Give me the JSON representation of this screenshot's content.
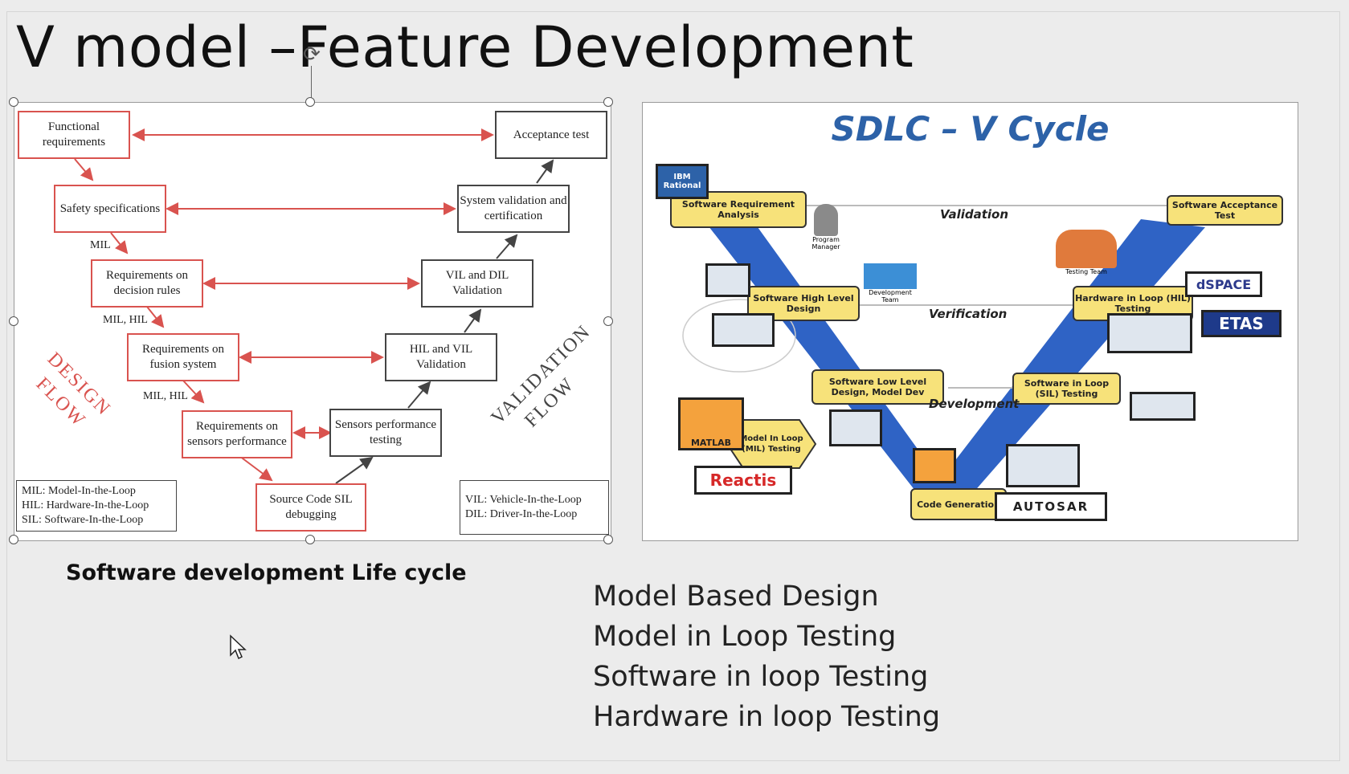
{
  "slide": {
    "title": "V model –Feature Development",
    "caption": "Software development Life cycle",
    "bullets": [
      "Model Based Design",
      "Model in Loop Testing",
      "Software in loop Testing",
      "Hardware in loop Testing"
    ]
  },
  "left_diagram": {
    "design_boxes": [
      "Functional requirements",
      "Safety specifications",
      "Requirements on decision rules",
      "Requirements on fusion system",
      "Requirements on sensors performance"
    ],
    "validation_boxes": [
      "Acceptance test",
      "System validation and certification",
      "VIL and DIL Validation",
      "HIL and VIL Validation",
      "Sensors performance testing"
    ],
    "bottom_box": "Source Code SIL debugging",
    "step_labels": [
      "MIL",
      "MIL, HIL",
      "MIL, HIL"
    ],
    "design_flow": "DESIGN FLOW",
    "validation_flow": "VALIDATION FLOW",
    "legend_left": [
      "MIL: Model-In-the-Loop",
      "HIL: Hardware-In-the-Loop",
      "SIL: Software-In-the-Loop"
    ],
    "legend_right": [
      "VIL: Vehicle-In-the-Loop",
      "DIL: Driver-In-the-Loop"
    ]
  },
  "right_diagram": {
    "title": "SDLC – V Cycle",
    "left_boxes": [
      "Software Requirement Analysis",
      "Software High Level Design",
      "Software Low Level Design, Model Dev"
    ],
    "right_boxes": [
      "Software Acceptance Test",
      "Hardware in Loop (HIL) Testing",
      "Software in Loop (SIL) Testing"
    ],
    "bottom_box": "Code Generation",
    "mil_box": "Model In Loop (MIL) Testing",
    "phases": [
      "Validation",
      "Verification",
      "Development"
    ],
    "tools": [
      "IBM Rational",
      "dSPACE",
      "ETAS",
      "MATLAB",
      "Reactis",
      "AUTOSAR"
    ],
    "people": [
      "Program Manager",
      "Development Team",
      "Testing Team"
    ]
  },
  "colors": {
    "red_box": "#d9534f",
    "sdlc_blue": "#2d62a8",
    "v_blue": "#2f63c5",
    "yellow": "#f7e27a"
  }
}
